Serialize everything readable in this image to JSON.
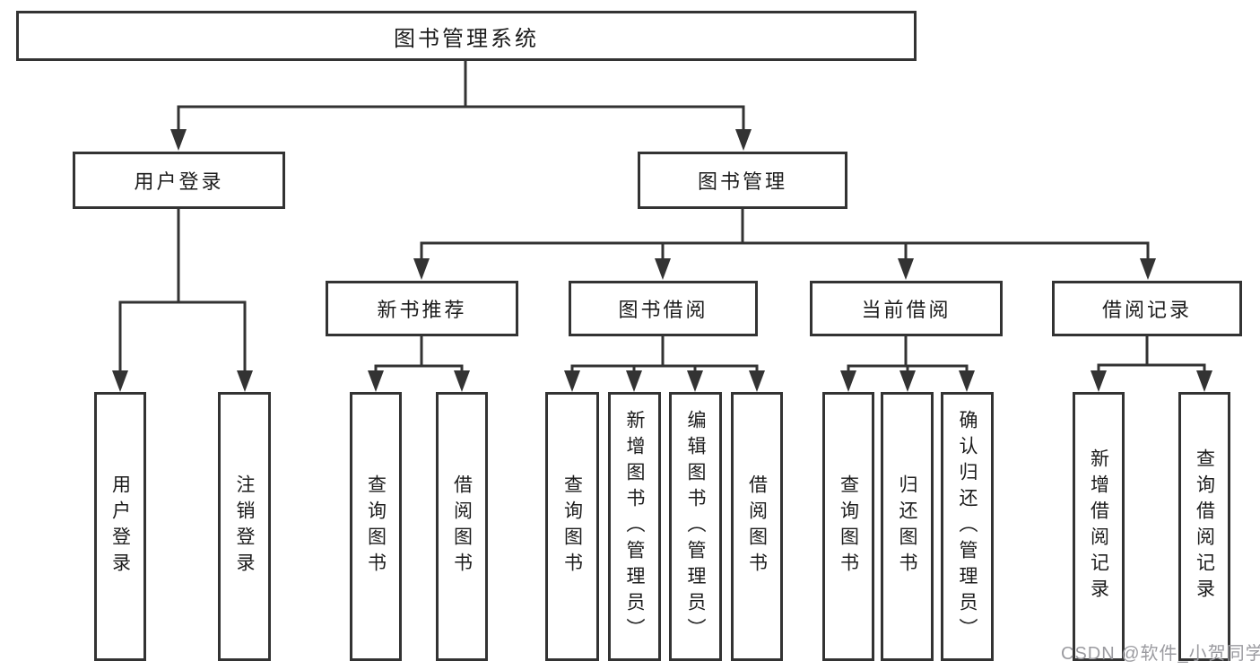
{
  "diagram": {
    "root": {
      "label": "图书管理系统"
    },
    "branches": [
      {
        "label": "用户登录",
        "children": [
          {
            "label": "用户登录"
          },
          {
            "label": "注销登录"
          }
        ]
      },
      {
        "label": "图书管理",
        "children": [
          {
            "label": "新书推荐",
            "children": [
              {
                "label": "查询图书"
              },
              {
                "label": "借阅图书"
              }
            ]
          },
          {
            "label": "图书借阅",
            "children": [
              {
                "label": "查询图书"
              },
              {
                "label": "新增图书（管理员）"
              },
              {
                "label": "编辑图书（管理员）"
              },
              {
                "label": "借阅图书"
              }
            ]
          },
          {
            "label": "当前借阅",
            "children": [
              {
                "label": "查询图书"
              },
              {
                "label": "归还图书"
              },
              {
                "label": "确认归还（管理员）"
              }
            ]
          },
          {
            "label": "借阅记录",
            "children": [
              {
                "label": "新增借阅记录"
              },
              {
                "label": "查询借阅记录"
              }
            ]
          }
        ]
      }
    ]
  },
  "watermark": {
    "text": "CSDN @软件_小贺同学",
    "color": "#9b9ba0"
  },
  "colors": {
    "line": "#333333",
    "box_border": "#333333",
    "text": "#1c1c1c",
    "background": "#ffffff"
  }
}
